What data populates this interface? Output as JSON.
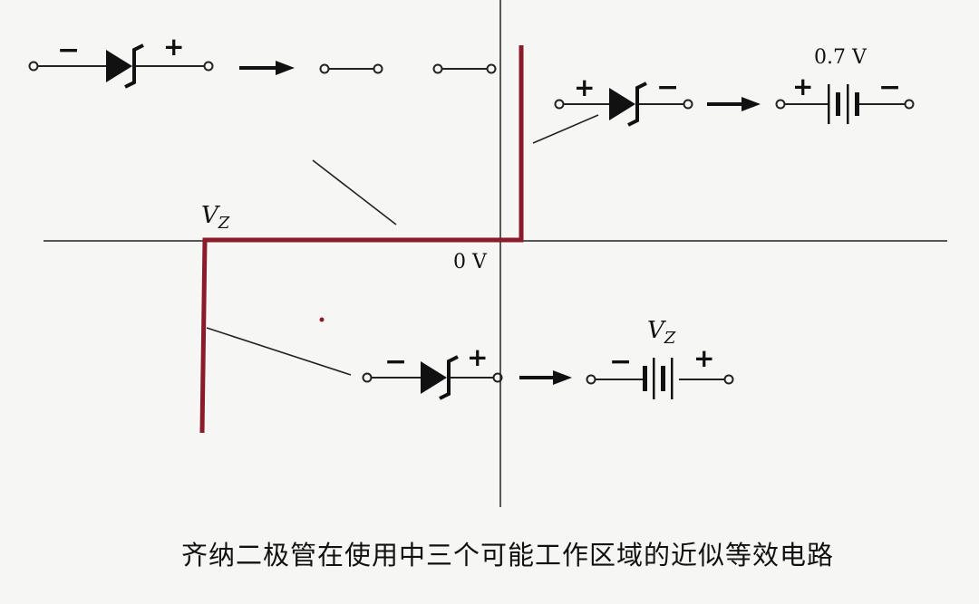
{
  "diagram": {
    "labels": {
      "vz_axis": "V",
      "vz_axis_sub": "Z",
      "origin": "0 V",
      "forward_voltage": "0.7 V",
      "battery_vz": "V",
      "battery_vz_sub": "Z"
    },
    "signs": {
      "minus": "−",
      "plus": "+"
    },
    "colors": {
      "characteristic": "#8b1a2a",
      "ink": "#111111",
      "background": "#f6f6f4"
    },
    "regions": [
      {
        "name": "forward-bias",
        "equivalent": "0.7 V battery"
      },
      {
        "name": "reverse-off",
        "equivalent": "open circuit"
      },
      {
        "name": "breakdown",
        "equivalent": "VZ battery"
      }
    ]
  },
  "caption": "齐纳二极管在使用中三个可能工作区域的近似等效电路"
}
